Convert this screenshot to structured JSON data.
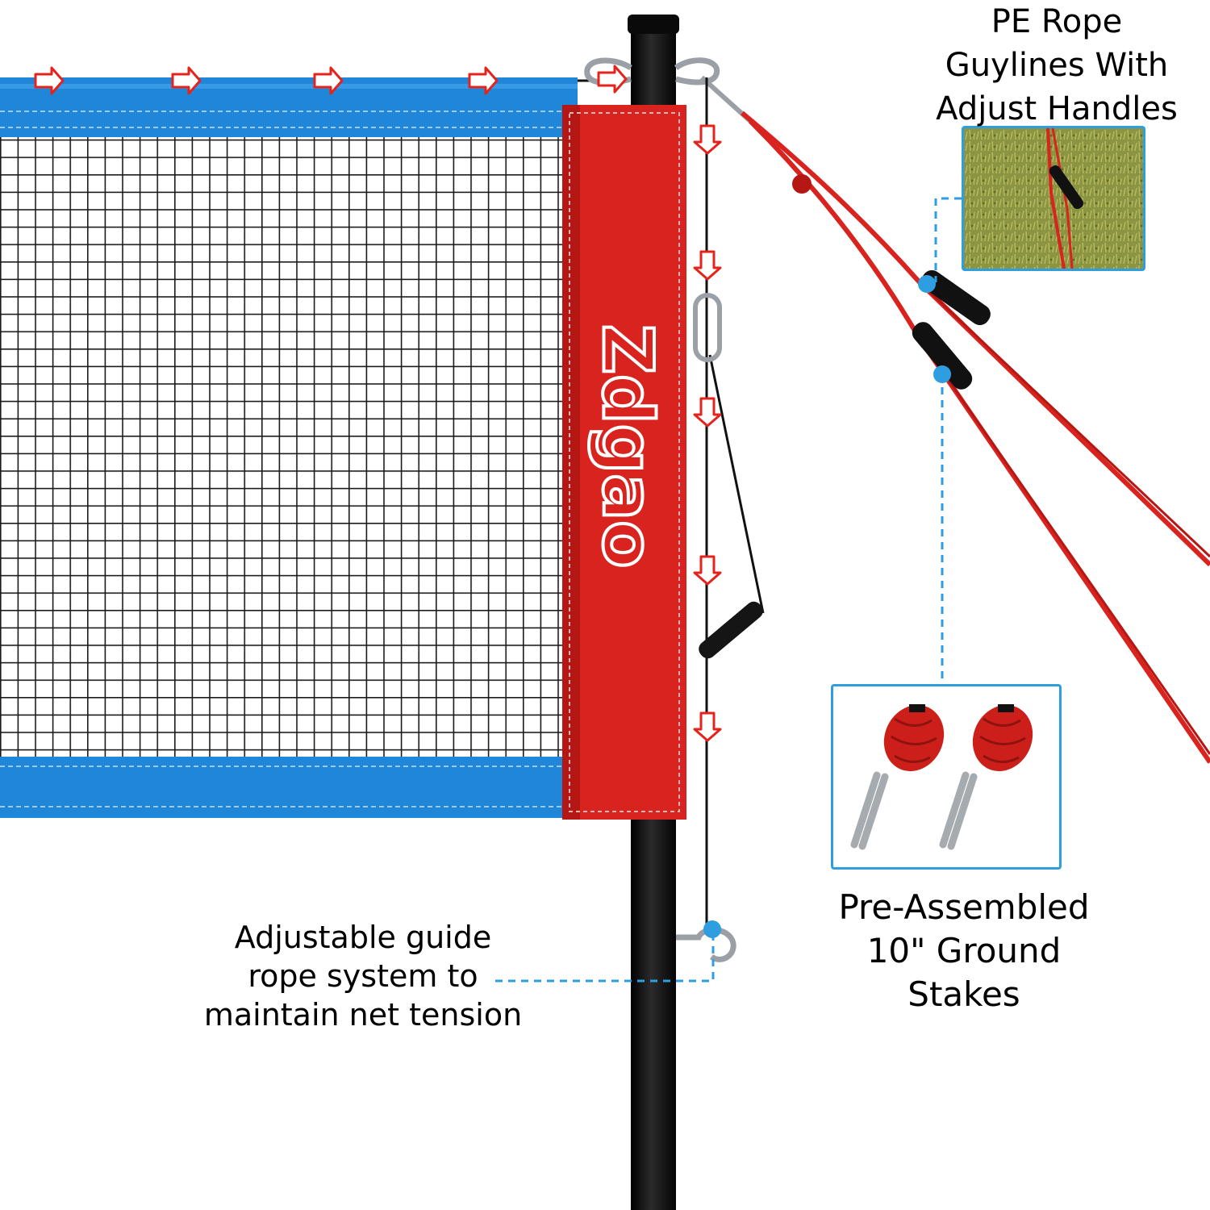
{
  "captions": {
    "guylines": [
      "PE Rope",
      "Guylines With",
      "Adjust Handles"
    ],
    "guide_rope": [
      "Adjustable guide",
      "rope system to",
      "maintain net tension"
    ],
    "stakes": [
      "Pre-Assembled",
      "10\" Ground",
      "Stakes"
    ]
  },
  "brand": {
    "logo_text": "Zdgao"
  },
  "colors": {
    "net_border": "#1f86d8",
    "pole_sleeve": "#d8231e",
    "guyline": "#d8231e",
    "pole": "#111111",
    "callout_line": "#2f9ee0",
    "arrow": "#e4231c"
  },
  "icons": [
    "arrow-right-icon",
    "arrow-down-icon",
    "callout-dot-icon"
  ]
}
